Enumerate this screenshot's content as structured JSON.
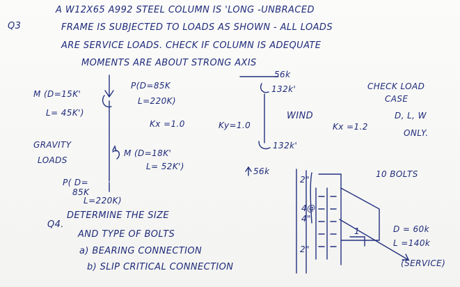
{
  "q3": {
    "number": "Q3",
    "line1": "A W12X65 A992 STEEL COLUMN IS 'LONG -UNBRACED",
    "line2": "FRAME IS SUBJECTED TO LOADS AS SHOWN - ALL LOADS",
    "line3": "ARE SERVICE LOADS. CHECK IF COLUMN IS ADEQUATE",
    "line4": "MOMENTS ARE ABOUT STRONG AXIS"
  },
  "gravity": {
    "label_line1": "GRAVITY",
    "label_line2": "LOADS",
    "top_moment_line1": "M (D=15K'",
    "top_moment_line2": "L= 45K')",
    "top_axial_line1": "P(D=85K",
    "top_axial_line2": "L=220K)",
    "kx": "Kx =1.0",
    "ky": "Ky=1.0",
    "bottom_moment_line1": "M (D=18K'",
    "bottom_moment_line2": "L= 52K')",
    "bottom_axial_line1": "P( D=",
    "bottom_axial_line2": "85K",
    "bottom_axial_line3": "L=220K)"
  },
  "wind": {
    "label": "WIND",
    "top_axial": "56k",
    "top_moment": "132k'",
    "bottom_moment": "132k'",
    "bottom_axial": "56k",
    "kx": "Kx =1.2"
  },
  "load_case": {
    "line1": "CHECK LOAD",
    "line2": "CASE",
    "line3": "D, L, W",
    "line4": "ONLY."
  },
  "q4": {
    "number": "Q4.",
    "line1": "DETERMINE THE SIZE",
    "line2": "AND TYPE OF BOLTS",
    "option_a": "a) BEARING CONNECTION",
    "option_b": "b) SLIP CRITICAL CONNECTION"
  },
  "connection": {
    "top_edge": "2\"",
    "spacing_line1": "4@",
    "spacing_line2": "4\"",
    "bottom_edge": "2\"",
    "bolts": "10 BOLTS",
    "slope": "1",
    "load_dead": "D = 60k",
    "load_live": "L =140k",
    "load_note": "(SERVICE)"
  },
  "colors": {
    "ink": "#1f2b7a",
    "paper": "#f7f7f5"
  }
}
